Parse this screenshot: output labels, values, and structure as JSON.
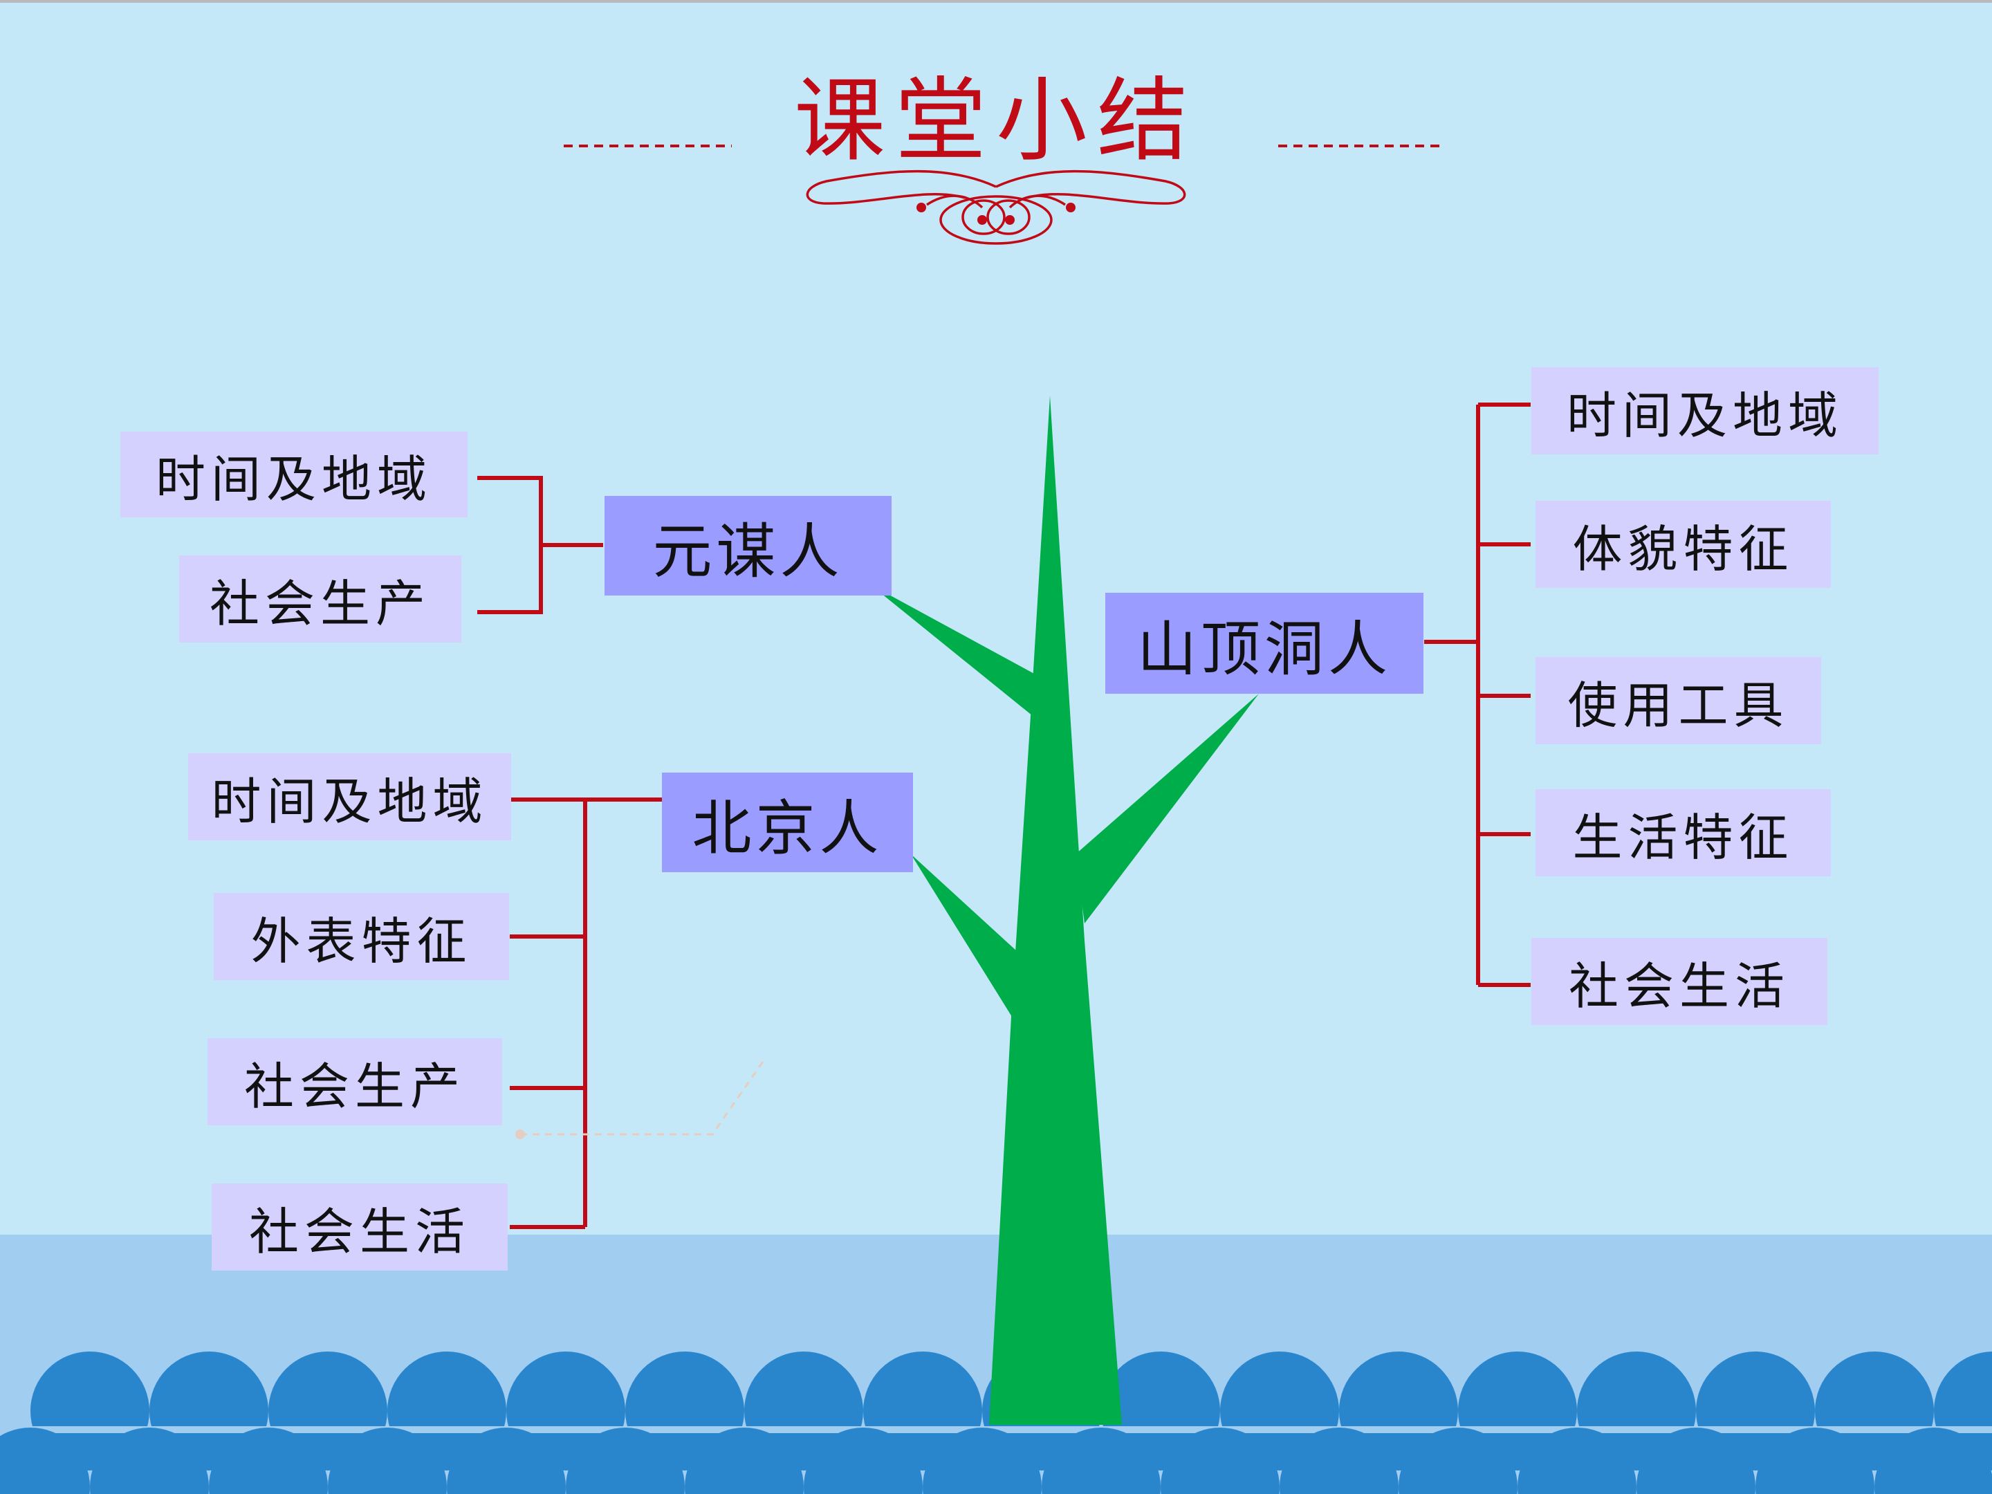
{
  "title": "课堂小结",
  "nodes": {
    "yuanmou": {
      "label": "元谋人",
      "branches": [
        "时间及地域",
        "社会生产"
      ]
    },
    "beijing": {
      "label": "北京人",
      "branches": [
        "时间及地域",
        "外表特征",
        "社会生产",
        "社会生活"
      ]
    },
    "shanding": {
      "label": "山顶洞人",
      "branches": [
        "时间及地域",
        "体貌特征",
        "使用工具",
        "生活特征",
        "社会生活"
      ]
    }
  },
  "colors": {
    "background": "#c5e8f9",
    "water": "#a0cdf0",
    "waves": "#2a86cc",
    "tree": "#00ad4b",
    "connector": "#c00b17",
    "title": "#c00b17",
    "main_box": "#9b9cff",
    "sub_box": "#d4d1ff"
  }
}
